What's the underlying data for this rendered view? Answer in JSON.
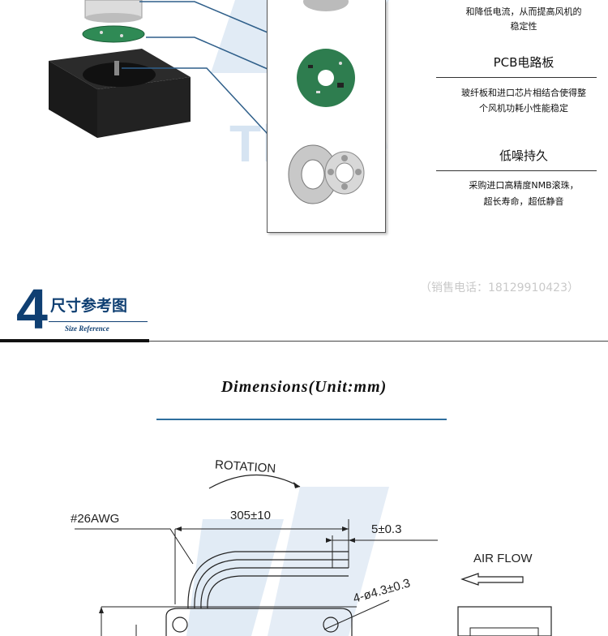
{
  "features": [
    {
      "title": "",
      "desc": [
        "和降低电流，从而提高风机的",
        "稳定性"
      ]
    },
    {
      "title": "PCB电路板",
      "desc": [
        "玻纤板和进口芯片相结合使得整",
        "个风机功耗小性能稳定"
      ]
    },
    {
      "title": "低噪持久",
      "desc": [
        "采购进口高精度NMB滚珠，",
        "超长寿命，超低静音"
      ]
    }
  ],
  "watermark": "Thrive",
  "section": {
    "number": "4",
    "title": "尺寸参考图",
    "subtitle": "Size Reference",
    "phone": "（销售电话：18129910423）"
  },
  "drawing": {
    "title": "Dimensions(Unit:mm)",
    "rotation": "ROTATION",
    "wire_gauge": "#26AWG",
    "lead_length": "305±10",
    "strip_length": "5±0.3",
    "air_flow": "AIR FLOW",
    "hole_spec": "4-ø4.3±0.3"
  }
}
